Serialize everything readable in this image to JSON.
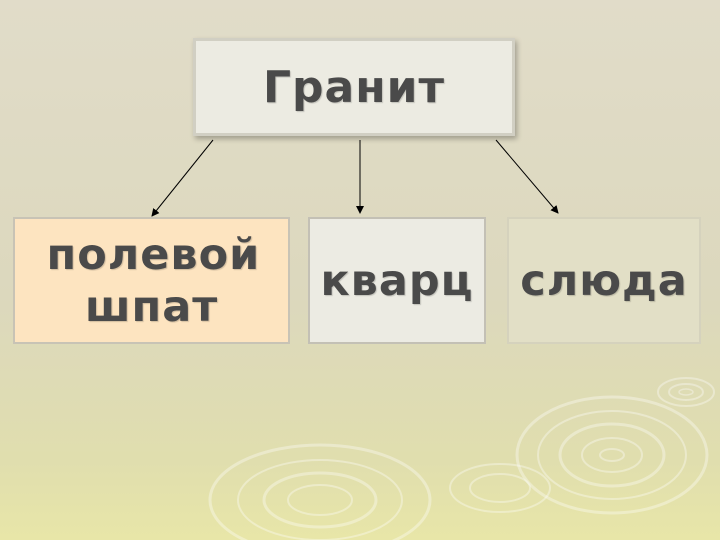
{
  "diagram": {
    "root": {
      "label": "Гранит"
    },
    "children": [
      {
        "label": "полевой шпат"
      },
      {
        "label": "кварц"
      },
      {
        "label": "слюда"
      }
    ]
  },
  "colors": {
    "background": "#dcd8c4",
    "root_fill": "#ecebe2",
    "child_feldspar_fill": "#fde4c0",
    "child_quartz_fill": "#ecebe3",
    "child_mica_fill": "#e2dfc6",
    "text": "#4a4a4a",
    "arrow": "#000000"
  }
}
